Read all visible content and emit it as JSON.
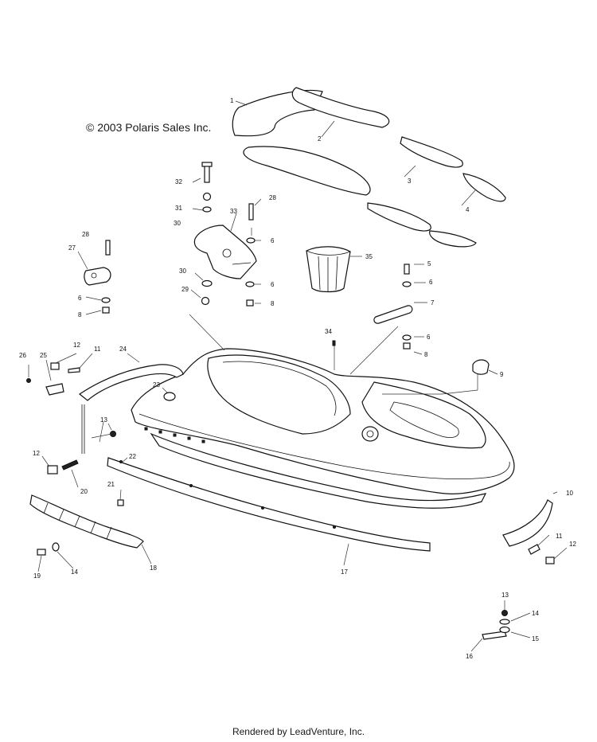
{
  "copyright": "© 2003 Polaris Sales Inc.",
  "footer": "Rendered by LeadVenture, Inc.",
  "callouts": {
    "n1": "1",
    "n2": "2",
    "n3": "3",
    "n4": "4",
    "n5": "5",
    "n6a": "6",
    "n6b": "6",
    "n6c": "6",
    "n6d": "6",
    "n7": "7",
    "n8a": "8",
    "n8b": "8",
    "n8c": "8",
    "n9": "9",
    "n10": "10",
    "n11a": "11",
    "n11b": "11",
    "n12a": "12",
    "n12b": "12",
    "n12c": "12",
    "n13a": "13",
    "n13b": "13",
    "n14a": "14",
    "n14b": "14",
    "n15": "15",
    "n16": "16",
    "n17": "17",
    "n18": "18",
    "n19": "19",
    "n20": "20",
    "n21": "21",
    "n22": "22",
    "n23": "23",
    "n24": "24",
    "n25": "25",
    "n26": "26",
    "n27": "27",
    "n28a": "28",
    "n28b": "28",
    "n29": "29",
    "n30a": "30",
    "n30b": "30",
    "n31": "31",
    "n32": "32",
    "n33": "33",
    "n34": "34",
    "n35": "35"
  }
}
